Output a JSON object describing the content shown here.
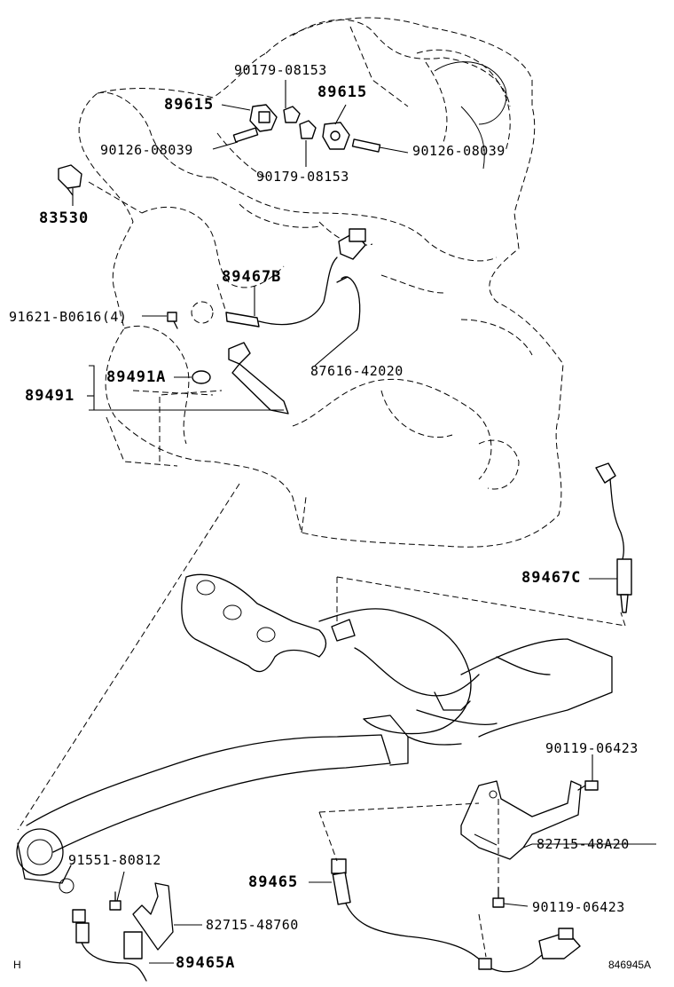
{
  "labels": {
    "p90179_top": "90179-08153",
    "p89615_left": "89615",
    "p89615_right": "89615",
    "p90126_left": "90126-08039",
    "p90126_right": "90126-08039",
    "p90179_bottom": "90179-08153",
    "p83530": "83530",
    "p89467B": "89467B",
    "p91621": "91621-B0616(4)",
    "p89491A": "89491A",
    "p89491": "89491",
    "p87616": "87616-42020",
    "p89467C": "89467C",
    "p90119_top": "90119-06423",
    "p82715_48A20": "82715-48A20",
    "p89465": "89465",
    "p90119_bottom": "90119-06423",
    "p91551": "91551-80812",
    "p82715_48760": "82715-48760",
    "p89465A": "89465A"
  },
  "corner_left": "H",
  "diagram_id": "846945A"
}
